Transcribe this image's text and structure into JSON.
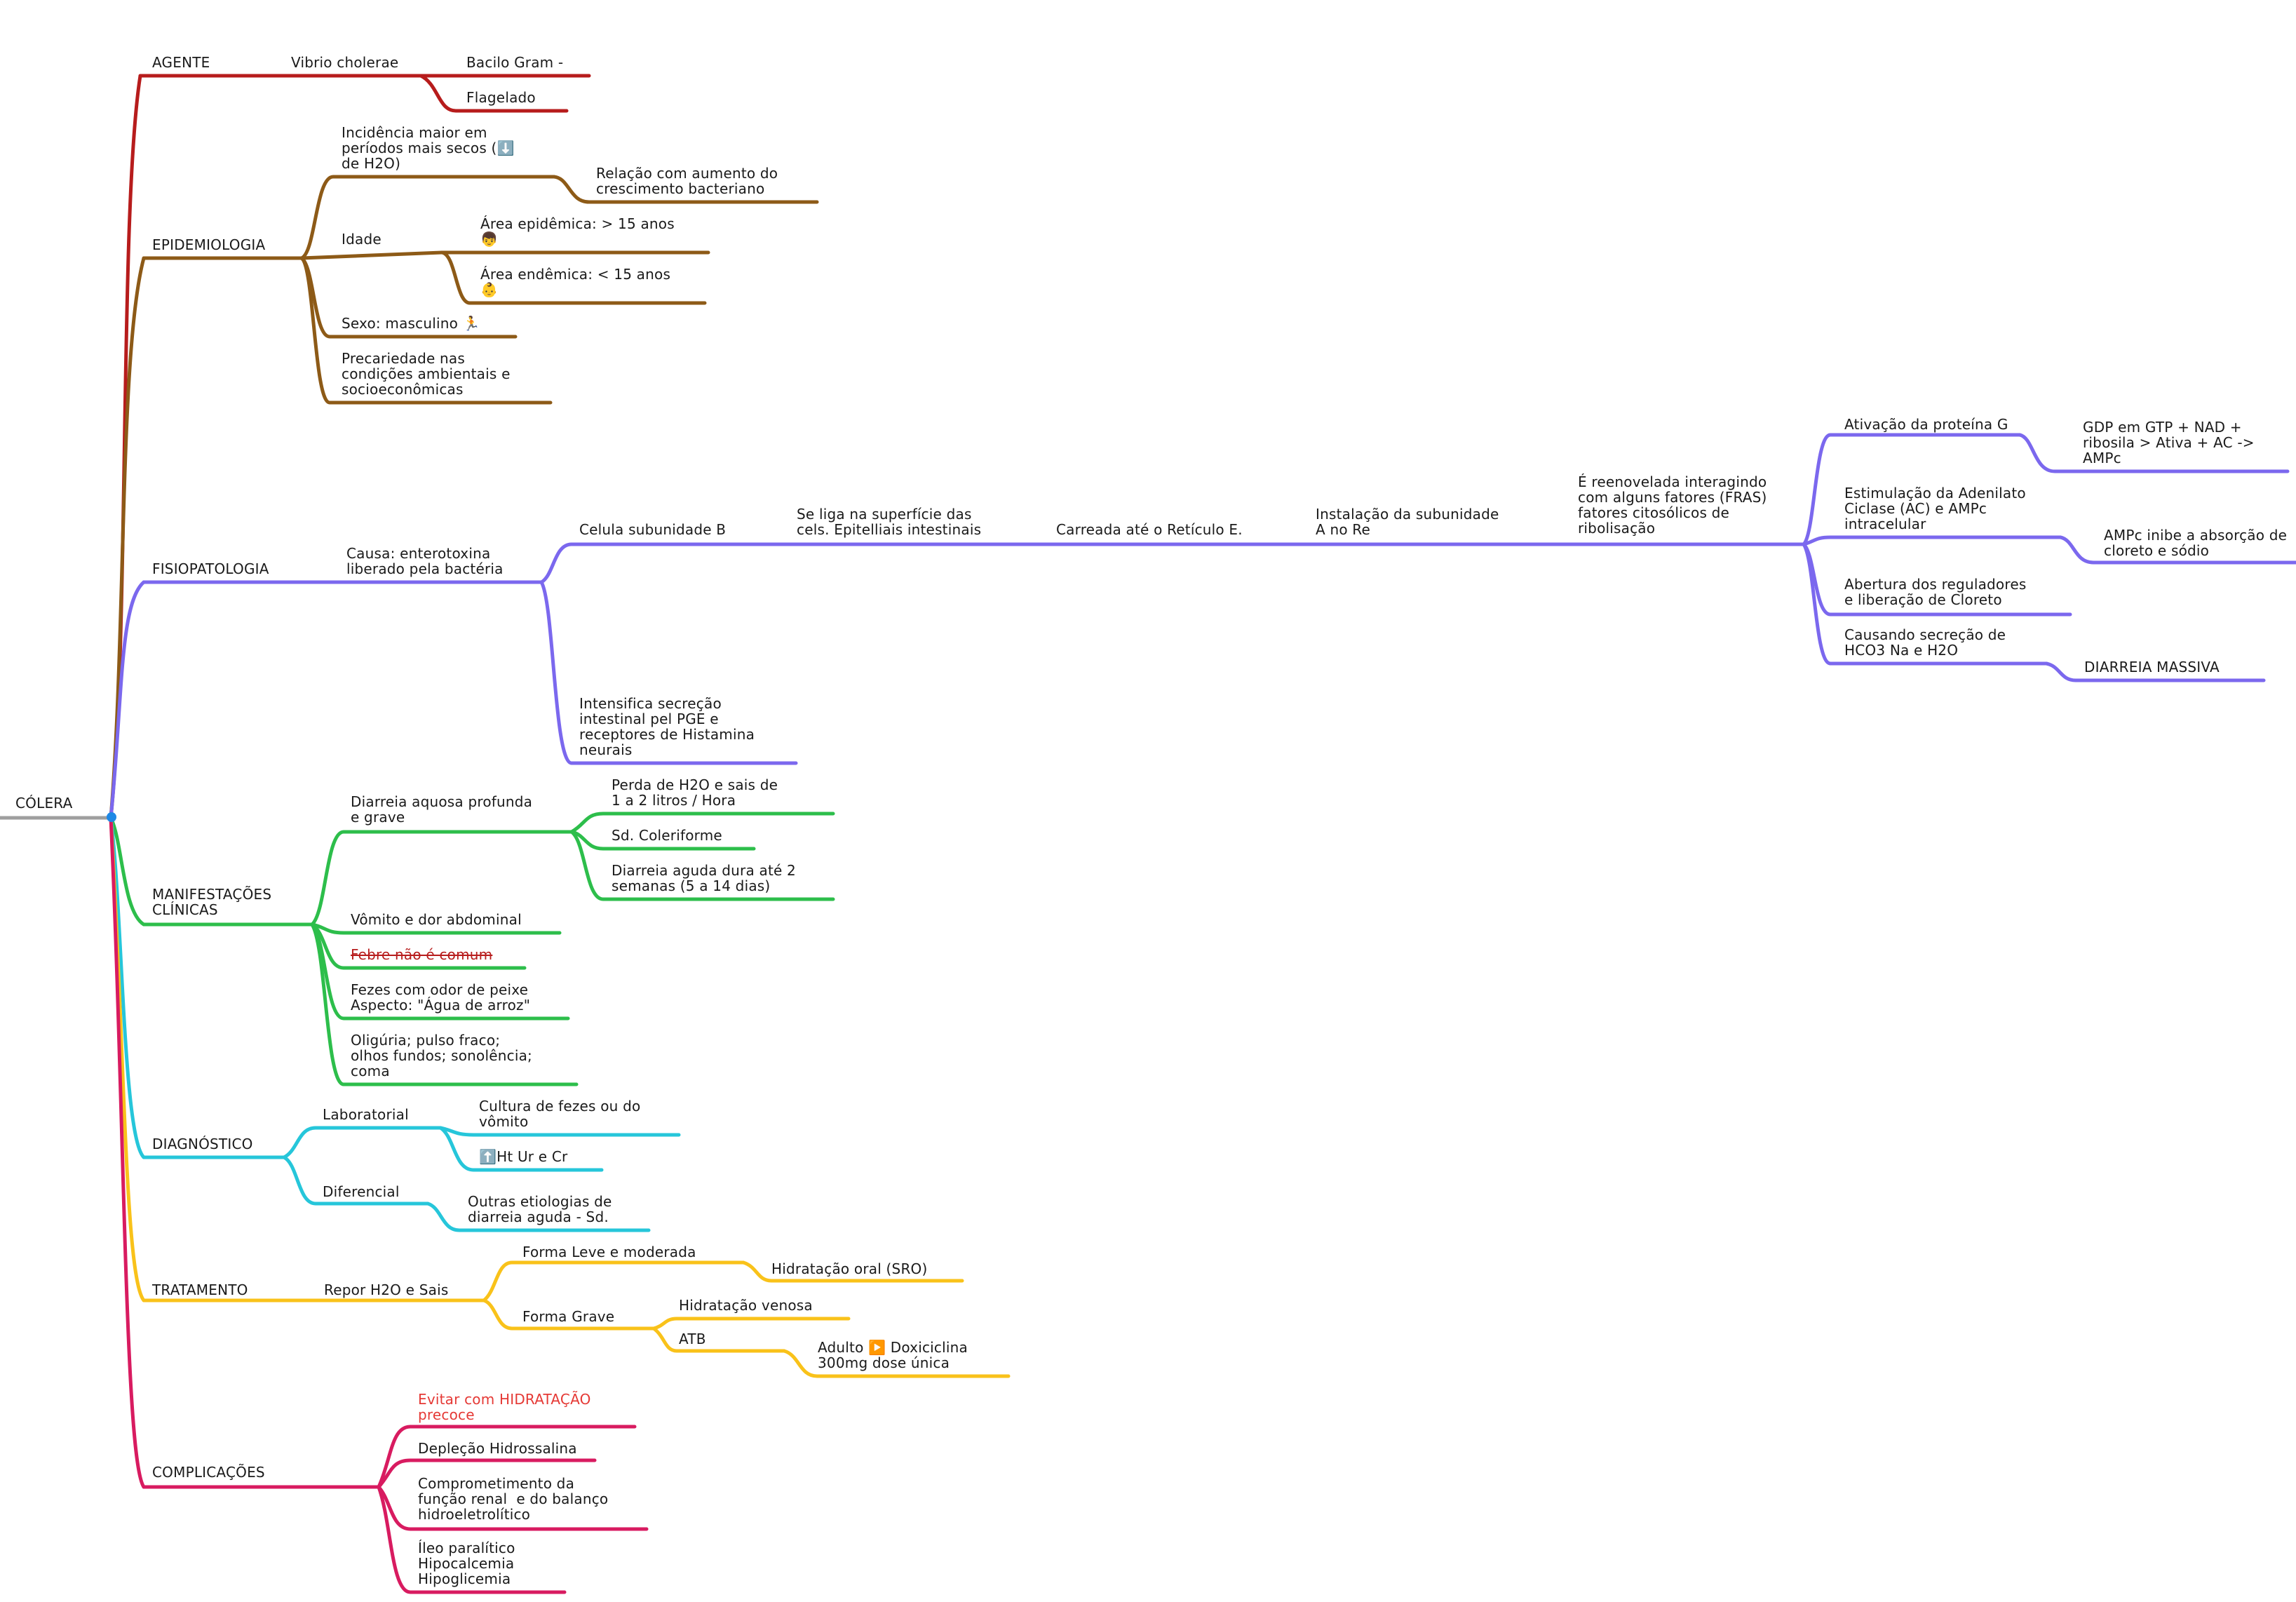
{
  "title": "CÓLERA",
  "colors": {
    "agente": "#b71c1c",
    "epidemiologia": "#8d5a17",
    "fisiopatologia": "#7b68ee",
    "manifestacoes": "#2dbe4b",
    "diagnostico": "#26c6da",
    "tratamento": "#f9c21a",
    "complicacoes": "#d81b60",
    "root": "#1e88e5"
  },
  "agente": {
    "label": "AGENTE",
    "vibrio": "Vibrio cholerae",
    "bacilo": "Bacilo Gram -",
    "flagelado": "Flagelado"
  },
  "epidemiologia": {
    "label": "EPIDEMIOLOGIA",
    "incidencia": "Incidência maior em\nperíodos mais secos (⬇️\nde H2O)",
    "relacao": "Relação com aumento do\ncrescimento bacteriano",
    "idade": "Idade",
    "epidemica": "Área epidêmica: > 15 anos\n👦",
    "endemica": "Área endêmica: < 15 anos\n👶",
    "sexo": "Sexo: masculino 🏃",
    "precariedade": "Precariedade nas\ncondições ambientais e\nsocioeconômicas"
  },
  "fisiopatologia": {
    "label": "FISIOPATOLOGIA",
    "causa": "Causa: enterotoxina\nliberado pela bactéria",
    "celula": "Celula subunidade B",
    "liga": "Se liga na superfície das\ncels. Epitelliais intestinais",
    "carreada": "Carreada até o Retículo E.",
    "instalacao": "Instalação da subunidade\nA no Re",
    "reenovelada": "É reenovelada interagindo\ncom alguns fatores (FRAS)\nfatores citosólicos de\nribolisação",
    "ativacao": "Ativação da proteína G",
    "gdp": "GDP em GTP + NAD +\nribosila > Ativa + AC ->\nAMPc",
    "estimulacao": "Estimulação da Adenilato\nCiclase (AC) e AMPc\nintracelular",
    "ampc": "AMPc inibe a absorção de\ncloreto e sódio",
    "abertura": "Abertura dos reguladores\ne liberação de Cloreto",
    "causando": "Causando secreção de\nHCO3 Na e H2O",
    "diarreia_massiva": "DIARREIA MASSIVA",
    "intensifica": "Intensifica secreção\nintestinal pel PGE e\nreceptores de Histamina\nneurais"
  },
  "manifestacoes": {
    "label": "MANIFESTAÇÕES\nCLÍNICAS",
    "diarreia": "Diarreia aquosa profunda\ne grave",
    "perda": "Perda de H2O e sais de\n1 a 2 litros / Hora",
    "sd": "Sd. Coleriforme",
    "aguda": "Diarreia aguda dura até 2\nsemanas (5 a 14 dias)",
    "vomito": "Vômito e dor abdominal",
    "febre": "Febre não é comum",
    "fezes": "Fezes com odor de peixe\nAspecto: \"Água de arroz\"",
    "oliguria": "Oligúria; pulso fraco;\nolhos fundos; sonolência;\ncoma"
  },
  "diagnostico": {
    "label": "DIAGNÓSTICO",
    "laboratorial": "Laboratorial",
    "cultura": "Cultura de fezes ou do\nvômito",
    "ht": "⬆️Ht Ur e Cr",
    "diferencial": "Diferencial",
    "outras": "Outras etiologias de\ndiarreia aguda - Sd."
  },
  "tratamento": {
    "label": "TRATAMENTO",
    "repor": "Repor H2O e Sais",
    "leve": "Forma Leve e moderada",
    "sro": "Hidratação oral (SRO)",
    "grave": "Forma Grave",
    "venosa": "Hidratação venosa",
    "atb": "ATB",
    "adulto": "Adulto ▶️ Doxiciclina\n300mg dose única"
  },
  "complicacoes": {
    "label": "COMPLICAÇÕES",
    "evitar": "Evitar com HIDRATAÇÃO\nprecoce",
    "deplecao": "Depleção Hidrossalina",
    "comprometimento": "Comprometimento da\nfunção renal  e do balanço\nhidroeletrolítico",
    "ileo": "Íleo paralítico\nHipocalcemia\nHipoglicemia"
  }
}
